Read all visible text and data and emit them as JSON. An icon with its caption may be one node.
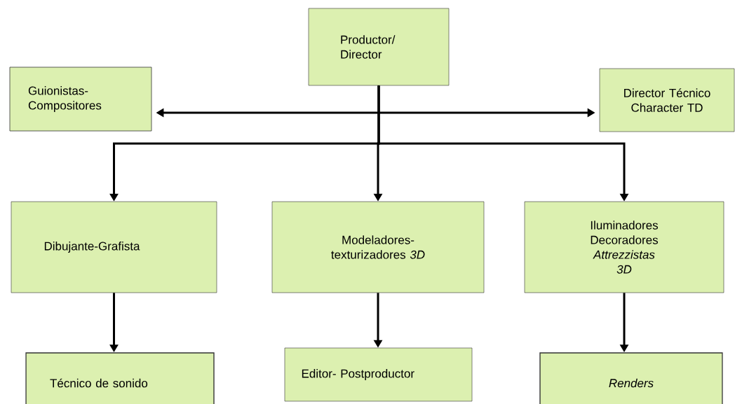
{
  "diagram": {
    "nodes": [
      {
        "text": [
          "Productor/ Director"
        ]
      },
      {
        "text": [
          "Guionistas- Compositores"
        ]
      },
      {
        "text": [
          "Director Técnico Character TD"
        ]
      },
      {
        "text": [
          "Dibujante-Grafista"
        ]
      },
      {
        "text": [
          "Modeladores- texturizadores *3D*"
        ]
      },
      {
        "text": [
          "Iluminadores Decoradores *Attrezzistas* *3D*"
        ]
      },
      {
        "text": [
          "Técnico de sonido"
        ]
      },
      {
        "text": [
          "Editor- Postproductor"
        ]
      },
      {
        "text": [
          "Renders"
        ]
      }
    ],
    "edges": [
      {
        "from": 1,
        "to": 2,
        "arrow": "both"
      },
      {
        "from": 0,
        "to": 3,
        "arrow": "to"
      },
      {
        "from": 0,
        "to": 4,
        "arrow": "to"
      },
      {
        "from": 0,
        "to": 5,
        "arrow": "to"
      },
      {
        "from": 3,
        "to": 6,
        "arrow": "to"
      },
      {
        "from": 4,
        "to": 7,
        "arrow": "to"
      },
      {
        "from": 5,
        "to": 8,
        "arrow": "to"
      }
    ]
  }
}
